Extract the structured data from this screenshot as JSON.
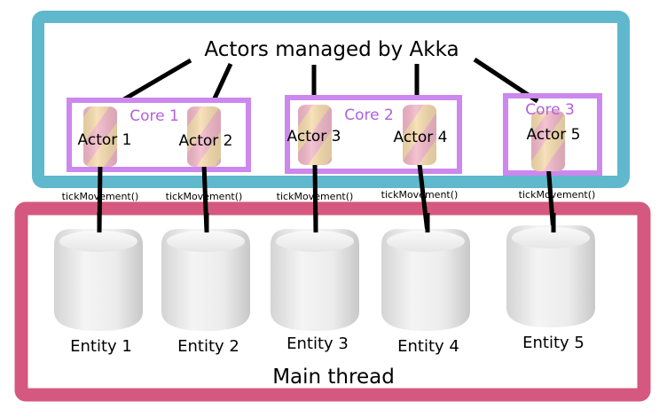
{
  "title": "Actors managed by Akka",
  "colors": {
    "akka_frame": "#5fb8cc",
    "main_frame": "#d45880",
    "core_frame": "#cc88ee",
    "core_label": "#b060e0",
    "connector": "#000000",
    "actor_pink": "#f2b8c9",
    "actor_cream": "#f6dcae",
    "entity_white": "#e8e8e8"
  },
  "cores": [
    {
      "label": "Core 1",
      "actors": [
        "Actor 1",
        "Actor 2"
      ]
    },
    {
      "label": "Core 2",
      "actors": [
        "Actor 3",
        "Actor 4"
      ]
    },
    {
      "label": "Core 3",
      "actors": [
        "Actor 5"
      ]
    }
  ],
  "actors": [
    {
      "label": "Actor 1",
      "core": "Core 1",
      "entity": "Entity 1",
      "call": "tickMovement()"
    },
    {
      "label": "Actor 2",
      "core": "Core 1",
      "entity": "Entity 2",
      "call": "tickMovement()"
    },
    {
      "label": "Actor 3",
      "core": "Core 2",
      "entity": "Entity 3",
      "call": "tickMovement()"
    },
    {
      "label": "Actor 4",
      "core": "Core 2",
      "entity": "Entity 4",
      "call": "tickMovement()"
    },
    {
      "label": "Actor 5",
      "core": "Core 3",
      "entity": "Entity 5",
      "call": "tickMovement()"
    }
  ],
  "entities": [
    "Entity 1",
    "Entity 2",
    "Entity 3",
    "Entity 4",
    "Entity 5"
  ],
  "main_thread_label": "Main thread"
}
